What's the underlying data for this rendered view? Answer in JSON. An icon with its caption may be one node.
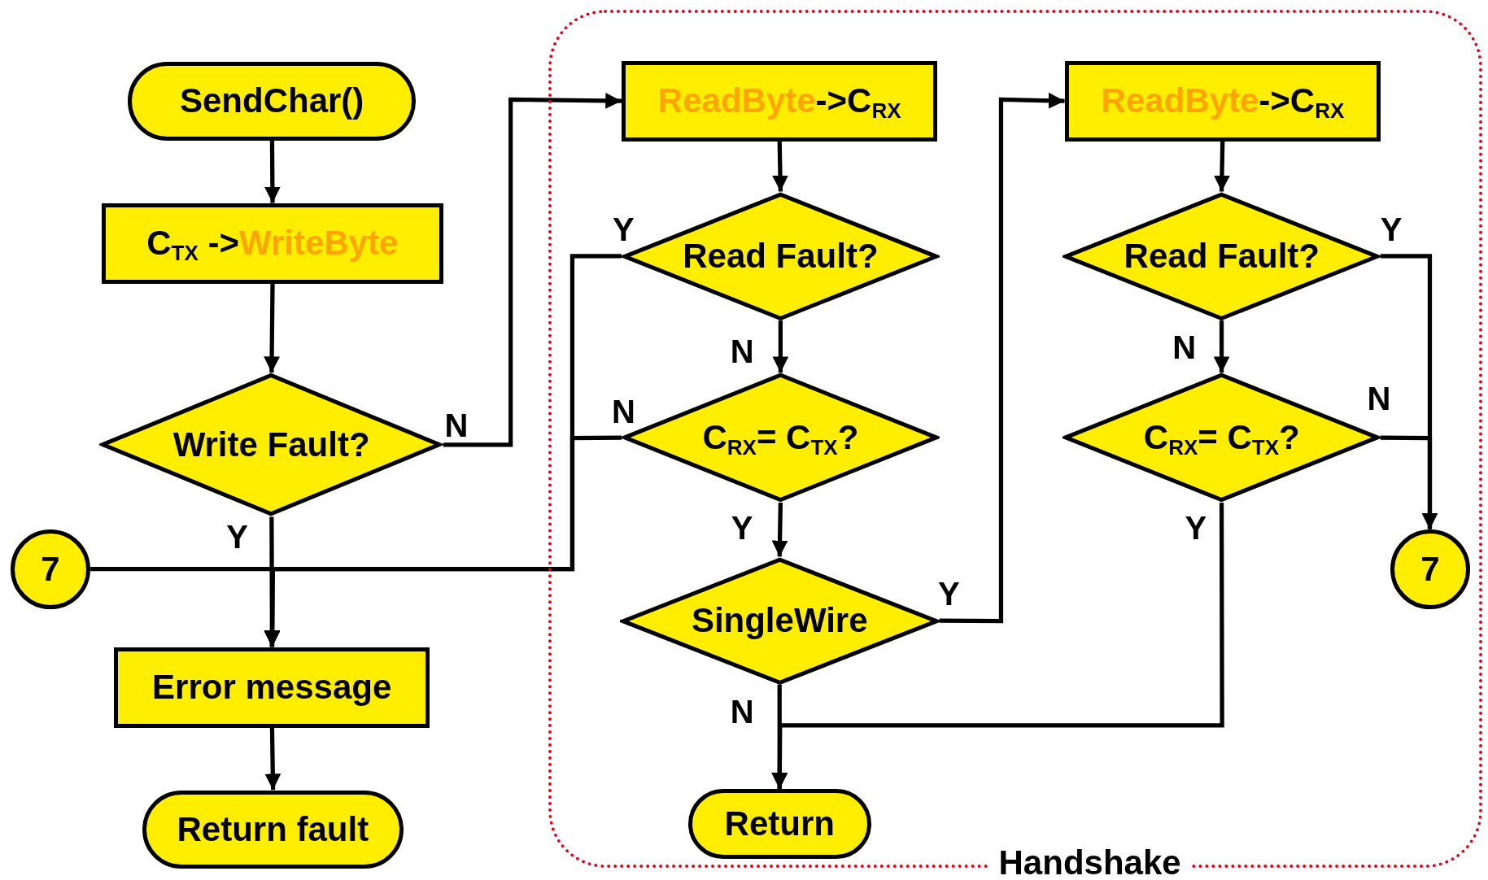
{
  "diagram": {
    "nodes": [
      {
        "text": [
          "Handshake"
        ]
      },
      {
        "text": [
          "SendChar()"
        ]
      },
      {
        "text": [
          "C$_{TX}$ ->",
          "WriteByte"
        ]
      },
      {
        "text": [
          "Write Fault?"
        ]
      },
      {
        "text": [
          "7"
        ]
      },
      {
        "text": [
          "Error message"
        ]
      },
      {
        "text": [
          "Return fault"
        ]
      },
      {
        "text": [
          "ReadByte",
          "->C$_{RX}$"
        ],
        "in": 0
      },
      {
        "text": [
          "Read Fault?"
        ],
        "in": 0
      },
      {
        "text": [
          "C$_{RX}$= C$_{TX}$?"
        ],
        "in": 0
      },
      {
        "text": [
          "SingleWire"
        ],
        "in": 0
      },
      {
        "text": [
          "Return"
        ],
        "in": 0
      },
      {
        "text": [
          "ReadByte",
          "->C$_{RX}$"
        ],
        "in": 0
      },
      {
        "text": [
          "Read Fault?"
        ],
        "in": 0
      },
      {
        "text": [
          "C$_{RX}$= C$_{TX}$?"
        ],
        "in": 0
      },
      {
        "text": [
          "7"
        ],
        "in": 0
      }
    ],
    "edges": [
      {
        "from": 1,
        "to": 2,
        "arrow": "to"
      },
      {
        "from": 2,
        "to": 3,
        "arrow": "to"
      },
      {
        "from": 3,
        "to": 7,
        "label": "N",
        "arrow": "to"
      },
      {
        "from": 3,
        "to": 5,
        "label": "Y",
        "arrow": "to"
      },
      {
        "from": 4,
        "to": 5,
        "arrow": "to"
      },
      {
        "from": 8,
        "to": 5,
        "label": "Y",
        "arrow": "to"
      },
      {
        "from": 9,
        "to": 5,
        "label": "N",
        "arrow": "to"
      },
      {
        "from": 7,
        "to": 8,
        "arrow": "to"
      },
      {
        "from": 8,
        "to": 9,
        "label": "N",
        "arrow": "to"
      },
      {
        "from": 9,
        "to": 10,
        "label": "Y",
        "arrow": "to"
      },
      {
        "from": 10,
        "to": 12,
        "label": "Y",
        "arrow": "to"
      },
      {
        "from": 10,
        "to": 11,
        "label": "N",
        "arrow": "to"
      },
      {
        "from": 14,
        "to": 11,
        "label": "Y",
        "arrow": "to"
      },
      {
        "from": 12,
        "to": 13,
        "arrow": "to"
      },
      {
        "from": 13,
        "to": 14,
        "label": "N",
        "arrow": "to"
      },
      {
        "from": 13,
        "to": 15,
        "label": "Y",
        "arrow": "to"
      },
      {
        "from": 14,
        "to": 15,
        "label": "N",
        "arrow": "to"
      },
      {
        "from": 5,
        "to": 6,
        "arrow": "to"
      }
    ]
  }
}
